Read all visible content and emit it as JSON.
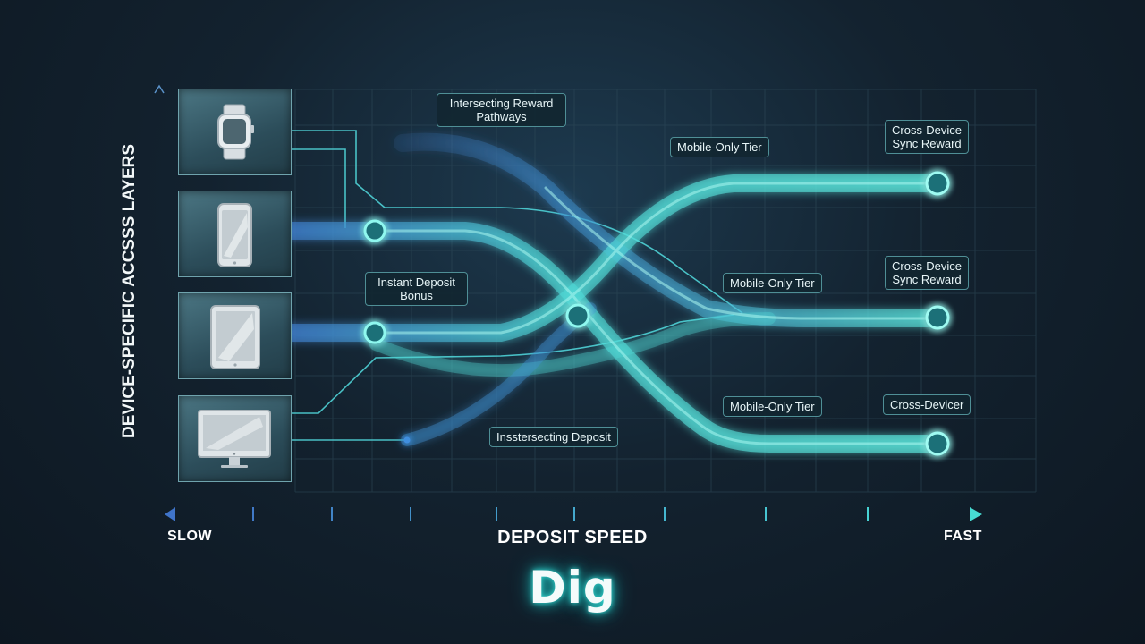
{
  "y_axis_label": "DEVICE-SPECIFIC ACCSSS LAYERS",
  "x_axis": {
    "title": "DEPOSIT SPEED",
    "left_label": "SLOW",
    "right_label": "FAST"
  },
  "brand": "Dig",
  "devices": [
    {
      "name": "smartwatch",
      "icon": "watch-icon"
    },
    {
      "name": "smartphone",
      "icon": "phone-icon"
    },
    {
      "name": "tablet",
      "icon": "tablet-icon"
    },
    {
      "name": "desktop",
      "icon": "monitor-icon"
    }
  ],
  "callouts": {
    "intersecting_reward": "Intersecting Reward\nPathways",
    "mobile_tier_top": "Mobile-Only Tier",
    "cross_sync_top": "Cross-Device\nSync Reward",
    "instant_deposit": "Instant Deposit\nBonus",
    "mobile_tier_mid": "Mobile-Only Tier",
    "cross_sync_mid": "Cross-Device\nSync Reward",
    "mobile_tier_bottom": "Mobile-Only Tier",
    "cross_devicer": "Cross-Devicer",
    "intersecting_deposit": "Insstersecting Deposit"
  },
  "colors": {
    "accent": "#4fe6dc",
    "axis_start": "#3f74c9",
    "axis_end": "#47dcd3"
  }
}
